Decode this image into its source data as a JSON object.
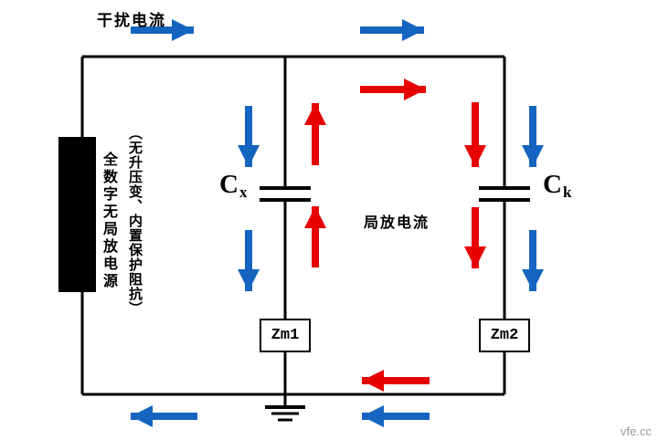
{
  "colors": {
    "wire": "#000000",
    "interference_current": "#1565c0",
    "discharge_current": "#e60000",
    "watermark": "#999999"
  },
  "labels": {
    "interference_current": "干扰电流",
    "discharge_current": "局放电流",
    "power_source_title": "全数字无局放电源",
    "power_source_note": "（无升压变、内置保护阻抗）",
    "capacitor_left": {
      "base": "C",
      "sub": "x"
    },
    "capacitor_right": {
      "base": "C",
      "sub": "k"
    },
    "impedance_left": "Zm1",
    "impedance_right": "Zm2",
    "watermark": "vfe.cc"
  }
}
